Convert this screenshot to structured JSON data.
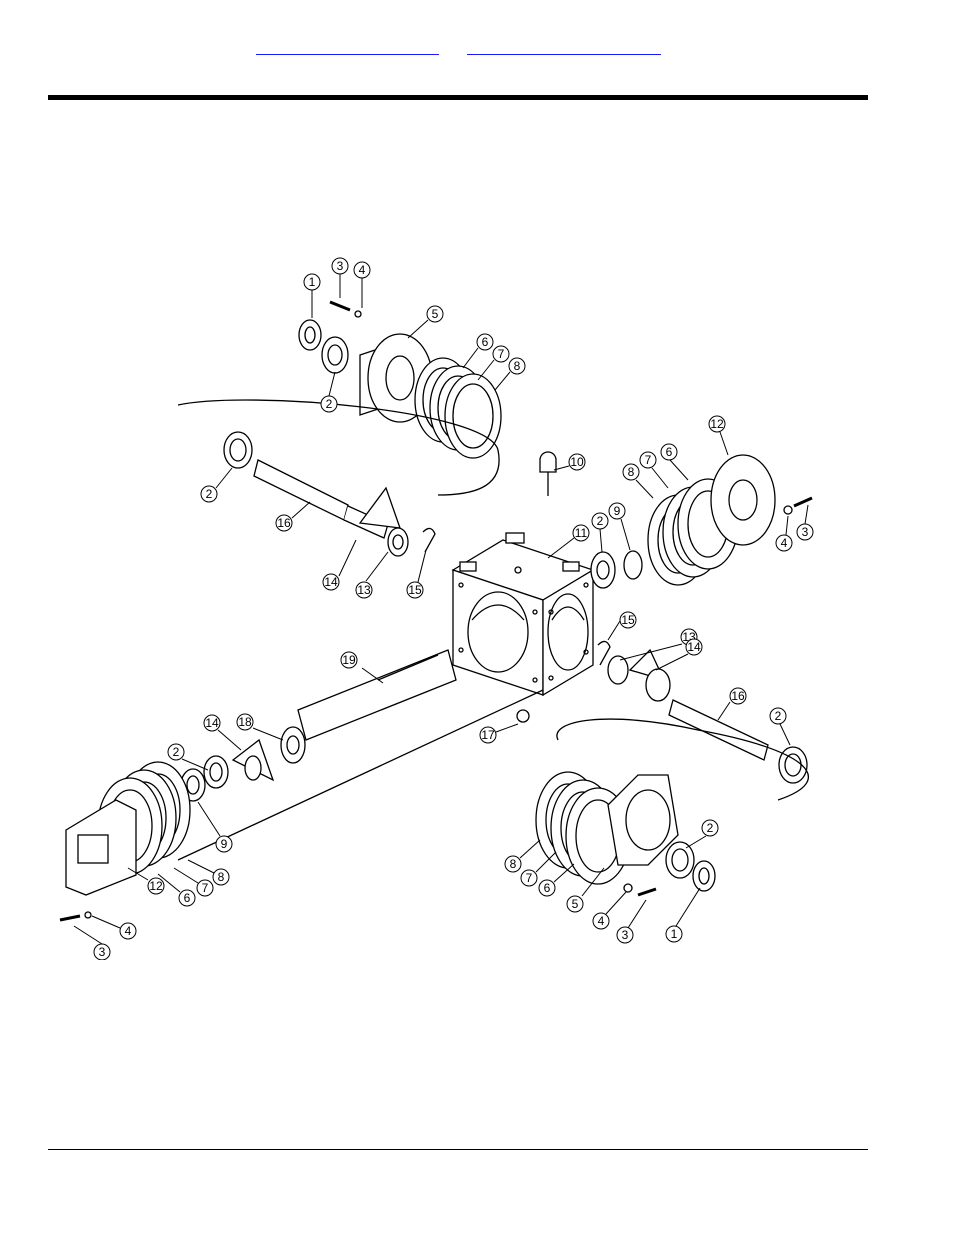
{
  "header": {
    "links": [
      {
        "label": ""
      },
      {
        "label": ""
      }
    ]
  },
  "figure": {
    "callouts": [
      {
        "label": "1"
      },
      {
        "label": "3"
      },
      {
        "label": "4"
      },
      {
        "label": "2"
      },
      {
        "label": "5"
      },
      {
        "label": "6"
      },
      {
        "label": "7"
      },
      {
        "label": "8"
      },
      {
        "label": "2"
      },
      {
        "label": "16"
      },
      {
        "label": "14"
      },
      {
        "label": "13"
      },
      {
        "label": "15"
      },
      {
        "label": "10"
      },
      {
        "label": "11"
      },
      {
        "label": "2"
      },
      {
        "label": "9"
      },
      {
        "label": "8"
      },
      {
        "label": "7"
      },
      {
        "label": "6"
      },
      {
        "label": "12"
      },
      {
        "label": "4"
      },
      {
        "label": "3"
      },
      {
        "label": "15"
      },
      {
        "label": "13"
      },
      {
        "label": "14"
      },
      {
        "label": "16"
      },
      {
        "label": "2"
      },
      {
        "label": "19"
      },
      {
        "label": "18"
      },
      {
        "label": "14"
      },
      {
        "label": "2"
      },
      {
        "label": "17"
      },
      {
        "label": "9"
      },
      {
        "label": "8"
      },
      {
        "label": "7"
      },
      {
        "label": "6"
      },
      {
        "label": "12"
      },
      {
        "label": "4"
      },
      {
        "label": "3"
      },
      {
        "label": "8"
      },
      {
        "label": "7"
      },
      {
        "label": "6"
      },
      {
        "label": "5"
      },
      {
        "label": "4"
      },
      {
        "label": "3"
      },
      {
        "label": "2"
      },
      {
        "label": "1"
      }
    ]
  }
}
